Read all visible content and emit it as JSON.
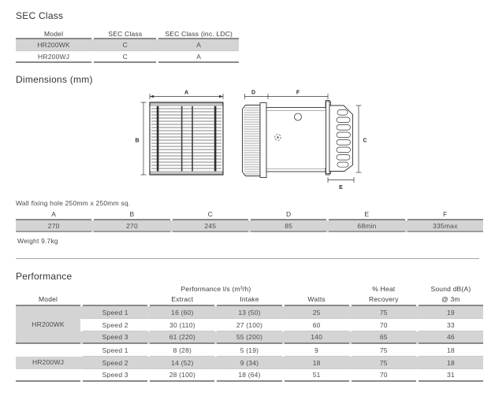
{
  "colors": {
    "shade_row": "#d4d4d4",
    "rule_dark": "#8a8a8a",
    "rule_light": "#c9c9c9",
    "text_body": "#4d4d4d",
    "text_heading": "#333333"
  },
  "sec_class": {
    "title": "SEC Class",
    "col_model": "Model",
    "col_sec": "SEC Class",
    "col_sec_ldc": "SEC Class (inc. LDC)",
    "rows": [
      {
        "model": "HR200WK",
        "sec": "C",
        "sec_ldc": "A"
      },
      {
        "model": "HR200WJ",
        "sec": "C",
        "sec_ldc": "A"
      }
    ]
  },
  "dimensions": {
    "title": "Dimensions (mm)",
    "labels": {
      "a": "A",
      "b": "B",
      "c": "C",
      "d": "D",
      "e": "E",
      "f": "F"
    },
    "wall_note": "Wall fixing hole 250mm x 250mm sq.",
    "headers": [
      "A",
      "B",
      "C",
      "D",
      "E",
      "F"
    ],
    "values": [
      "270",
      "270",
      "245",
      "85",
      "68min",
      "335max"
    ],
    "weight": "Weight 9.7kg"
  },
  "performance": {
    "title": "Performance",
    "head": {
      "model": "Model",
      "flow_group": "Performance l/s (m³/h)",
      "extract": "Extract",
      "intake": "Intake",
      "watts": "Watts",
      "heat1": "% Heat",
      "heat2": "Recovery",
      "sound1": "Sound dB(A)",
      "sound2": "@ 3m"
    },
    "groups": [
      {
        "model": "HR200WK",
        "rows": [
          {
            "speed": "Speed 1",
            "extract": "16 (60)",
            "intake": "13 (50)",
            "watts": "25",
            "heat": "75",
            "sound": "19"
          },
          {
            "speed": "Speed 2",
            "extract": "30 (110)",
            "intake": "27 (100)",
            "watts": "60",
            "heat": "70",
            "sound": "33"
          },
          {
            "speed": "Speed 3",
            "extract": "61 (220)",
            "intake": "55 (200)",
            "watts": "140",
            "heat": "65",
            "sound": "46"
          }
        ]
      },
      {
        "model": "HR200WJ",
        "rows": [
          {
            "speed": "Speed 1",
            "extract": "8 (28)",
            "intake": "5 (19)",
            "watts": "9",
            "heat": "75",
            "sound": "18"
          },
          {
            "speed": "Speed 2",
            "extract": "14 (52)",
            "intake": "9 (34)",
            "watts": "18",
            "heat": "75",
            "sound": "18"
          },
          {
            "speed": "Speed 3",
            "extract": "28 (100)",
            "intake": "18 (64)",
            "watts": "51",
            "heat": "70",
            "sound": "31"
          }
        ]
      }
    ]
  }
}
